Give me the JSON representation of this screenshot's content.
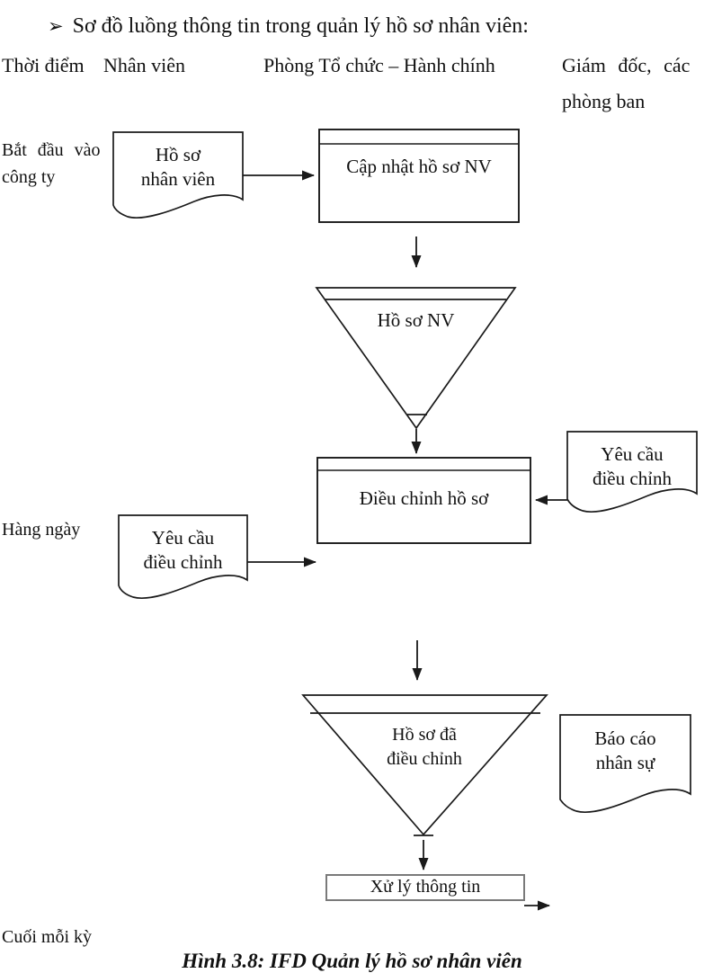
{
  "title": {
    "bullet": "➢",
    "text": "Sơ đồ luồng thông tin trong quản lý hồ sơ nhân viên:"
  },
  "columns": {
    "time": "Thời điểm",
    "employee": "Nhân viên",
    "org_admin_dept": "Phòng Tổ chức – Hành chính",
    "director_line1": "Giám đốc, các",
    "director_line2": "phòng ban"
  },
  "timeline": {
    "start_line1": "Bắt đầu vào",
    "start_line2": "công ty",
    "daily": "Hàng ngày",
    "period_end": "Cuối mỗi kỳ"
  },
  "nodes": {
    "employee_file_doc": {
      "line1": "Hồ sơ",
      "line2": "nhân viên"
    },
    "update_process": "Cập nhật hồ sơ NV",
    "employee_file_store": "Hồ sơ NV",
    "adjust_process": "Điều chỉnh hồ sơ",
    "adjust_request_doc_right": {
      "line1": "Yêu cầu",
      "line2": "điều chỉnh"
    },
    "adjust_request_doc_left": {
      "line1": "Yêu cầu",
      "line2": "điều chỉnh"
    },
    "adjusted_file_store": {
      "line1": "Hồ sơ đã",
      "line2": "điều chỉnh"
    },
    "hr_report_doc": {
      "line1": "Báo cáo",
      "line2": "nhân sự"
    },
    "info_process": "Xử lý thông tin"
  },
  "caption": "Hình 3.8: IFD Quản lý hồ sơ nhân viên",
  "colors": {
    "ink": "#1a1a1a",
    "muted_border": "#7a7a7a",
    "background": "#ffffff"
  }
}
